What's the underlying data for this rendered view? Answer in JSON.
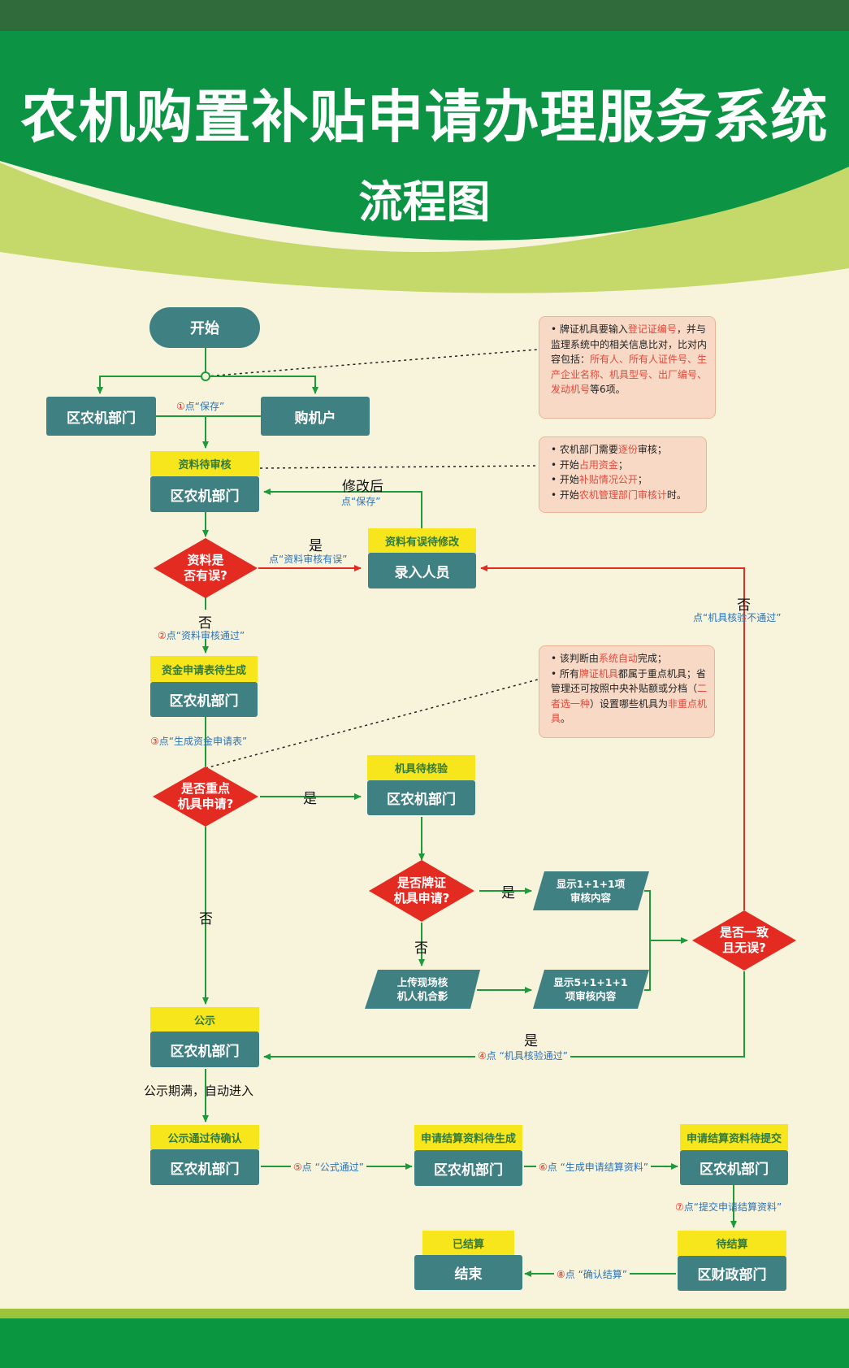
{
  "title": "农机购置补贴申请办理服务系统",
  "subtitle": "流程图",
  "colors": {
    "green": "#0a9641",
    "teal": "#3f8083",
    "yellow": "#f6e61b",
    "red": "#e32b22",
    "cream": "#f8f4dc"
  },
  "nodes": {
    "start": "开始",
    "district_top": "区农机部门",
    "buyer": "购机户",
    "review_tag": "资料待审核",
    "review_box": "区农机部门",
    "decision_error": [
      "资料是",
      "否有误?"
    ],
    "fix_tag": "资料有误待修改",
    "fix_box": "录入人员",
    "fund_tag": "资金申请表待生成",
    "fund_box": "区农机部门",
    "decision_key": [
      "是否重点",
      "机具申请?"
    ],
    "verify_tag": "机具待核验",
    "verify_box": "区农机部门",
    "decision_plate": [
      "是否牌证",
      "机具申请?"
    ],
    "show_111": [
      "显示1+1+1项",
      "审核内容"
    ],
    "upload_photo": [
      "上传现场核",
      "机人机合影"
    ],
    "show_5111": [
      "显示5+1+1+1",
      "项审核内容"
    ],
    "decision_match": [
      "是否一致",
      "且无误?"
    ],
    "public_tag": "公示",
    "public_box": "区农机部门",
    "confirm_tag": "公示通过待确认",
    "confirm_box": "区农机部门",
    "settle_gen_tag": "申请结算资料待生成",
    "settle_gen_box": "区农机部门",
    "settle_submit_tag": "申请结算资料待提交",
    "settle_submit_box": "区农机部门",
    "wait_settle_tag": "待结算",
    "wait_settle_box": "区财政部门",
    "done_tag": "已结算",
    "end_box": "结束"
  },
  "labels": {
    "save1": {
      "num": "①",
      "text": "点“保存”"
    },
    "modify_after": "修改后",
    "save2": "点“保存”",
    "yes1": "是",
    "review_error": "点“资料审核有误”",
    "no1": "否",
    "review_pass": {
      "num": "②",
      "text": "点“资料审核通过”"
    },
    "no_verify": "否",
    "verify_fail": "点“机具核验不通过”",
    "gen_fund": {
      "num": "③",
      "text": "点“生成资金申请表”"
    },
    "yes2": "是",
    "yes3": "是",
    "no2": "否",
    "no3": "否",
    "yes4": "是",
    "verify_pass": {
      "num": "④",
      "text": "点 “机具核验通过”"
    },
    "auto_enter": "公示期满，自动进入",
    "formula_pass": {
      "num": "⑤",
      "text": "点 “公式通过”"
    },
    "gen_settle": {
      "num": "⑥",
      "text": "点 “生成申请结算资料”"
    },
    "submit_settle": {
      "num": "⑦",
      "text": "点“提交申请结算资料”"
    },
    "confirm_settle": {
      "num": "⑧",
      "text": "点 “确认结算”"
    }
  },
  "notes": {
    "note1": [
      [
        "t",
        "• 牌证机具要输入"
      ],
      [
        "r",
        "登记证编号"
      ],
      [
        "t",
        "，并与监理系统中的相关信息比对，比对内容包括："
      ],
      [
        "r",
        "所有人、所有人证件号、生产企业名称、机具型号、出厂编号、发动机号"
      ],
      [
        "t",
        "等6项。"
      ]
    ],
    "note2": [
      [
        [
          "t",
          "• 农机部门需要"
        ],
        [
          "r",
          "逐份"
        ],
        [
          "t",
          "审核；"
        ]
      ],
      [
        [
          "t",
          "• 开始"
        ],
        [
          "r",
          "占用资金"
        ],
        [
          "t",
          "；"
        ]
      ],
      [
        [
          "t",
          "• 开始"
        ],
        [
          "r",
          "补贴情况公开"
        ],
        [
          "t",
          "；"
        ]
      ],
      [
        [
          "t",
          "• 开始"
        ],
        [
          "r",
          "农机管理部门审核计"
        ],
        [
          "t",
          "时。"
        ]
      ]
    ],
    "note3": [
      [
        [
          "t",
          "• 该判断由"
        ],
        [
          "r",
          "系统自动"
        ],
        [
          "t",
          "完成；"
        ]
      ],
      [
        [
          "t",
          "• 所有"
        ],
        [
          "r",
          "牌证机具"
        ],
        [
          "t",
          "都属于重点机具；省管理还可按照中央补贴额或分档（"
        ],
        [
          "r",
          "二者选一种"
        ],
        [
          "t",
          "）设置哪些机具为"
        ],
        [
          "r",
          "非重点机具"
        ],
        [
          "t",
          "。"
        ]
      ]
    ]
  }
}
